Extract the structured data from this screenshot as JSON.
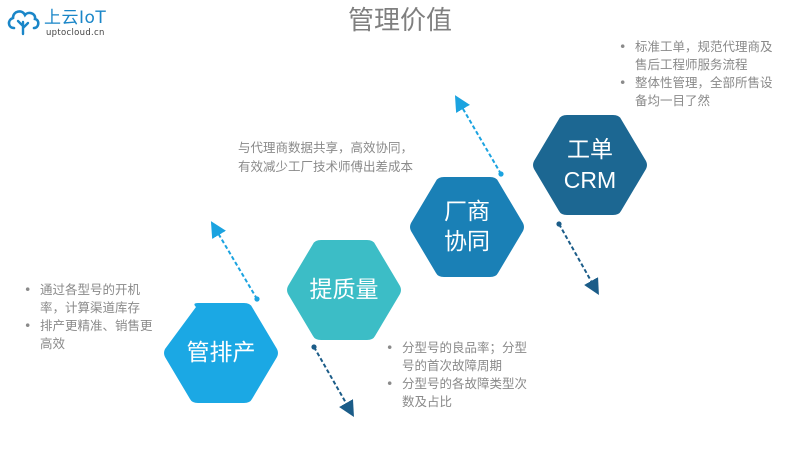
{
  "logo": {
    "icon": "cloud-icon",
    "name": "上云IoT",
    "domain": "uptocloud.cn"
  },
  "title": "管理价值",
  "colors": {
    "hex1": "#1ba8e4",
    "hex2": "#3cbdc6",
    "hex3": "#1a80b6",
    "hex4": "#1c6792",
    "arrow_up": "#1ba3e0",
    "arrow_down": "#1b5c88",
    "text_gray": "#8a8a8a"
  },
  "steps": [
    {
      "lines": [
        "管排产"
      ],
      "bullets": [
        "通过各型号的开机率，计算渠道库存",
        "排产更精准、销售更高效"
      ]
    },
    {
      "lines": [
        "提质量"
      ],
      "bullets": [
        "分型号的良品率；分型号的首次故障周期",
        "分型号的各故障类型次数及占比"
      ]
    },
    {
      "lines": [
        "厂商",
        "协同"
      ],
      "paragraph": [
        "与代理商数据共享，高效协同，",
        "有效减少工厂技术师傅出差成本"
      ]
    },
    {
      "lines": [
        "工单",
        "CRM"
      ],
      "bullets": [
        "标准工单，规范代理商及售后工程师服务流程",
        "整体性管理，全部所售设备均一目了然"
      ]
    }
  ],
  "bullet_glyph": "•"
}
